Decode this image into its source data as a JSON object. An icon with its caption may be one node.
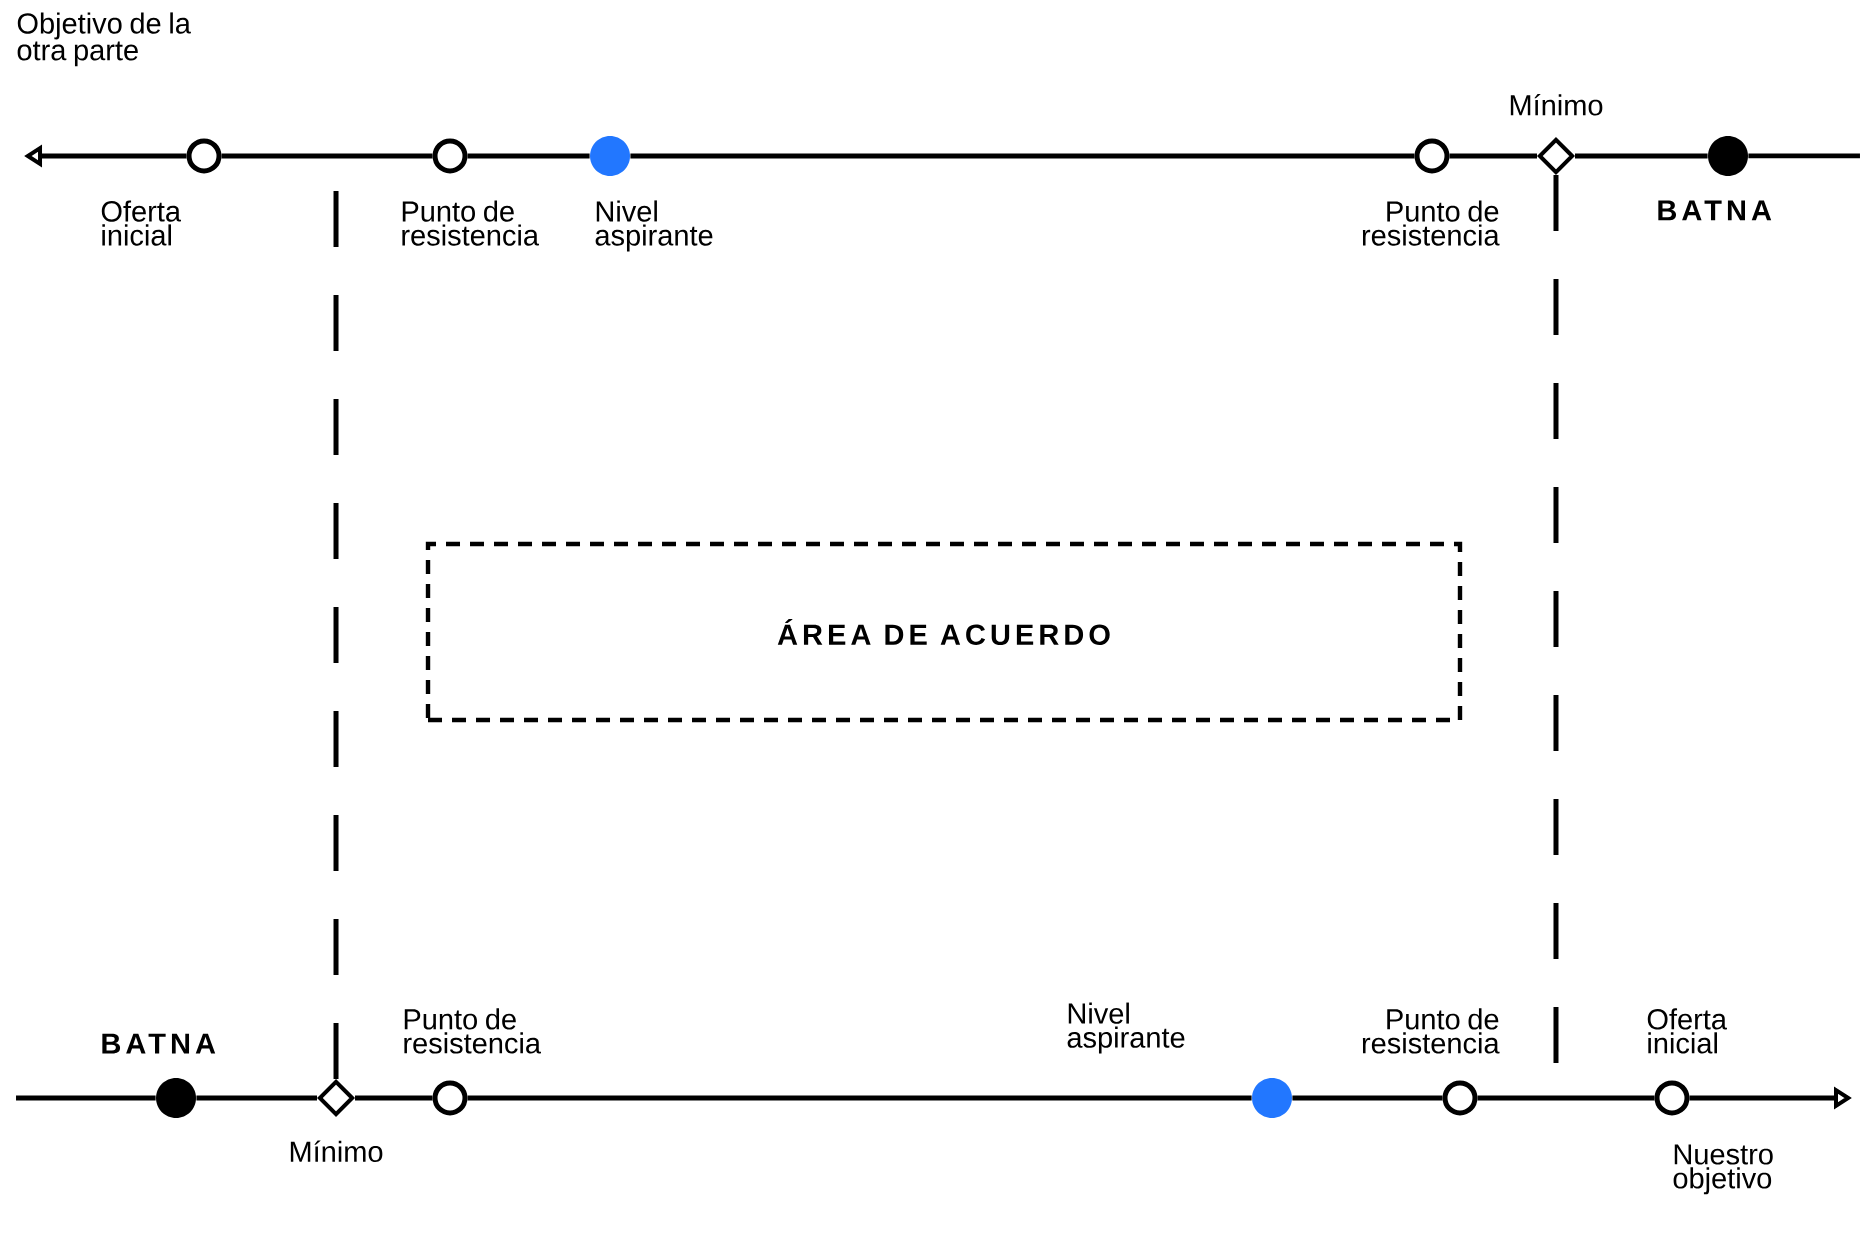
{
  "diagram": {
    "nodes": [
      {
        "text": [],
        "shape": "circle",
        "beside": [
          "Oferta inicial"
        ]
      },
      {
        "text": [],
        "shape": "circle",
        "beside": [
          "Punto de resistencia"
        ]
      },
      {
        "text": [],
        "shape": "dot",
        "beside": [
          "Nivel aspirante"
        ]
      },
      {
        "text": [],
        "shape": "circle",
        "beside": [
          "Punto de resistencia"
        ]
      },
      {
        "text": [],
        "shape": "diamond",
        "beside": [
          "Mínimo"
        ]
      },
      {
        "text": [],
        "shape": "dot",
        "beside": [
          "BATNA"
        ]
      },
      {
        "text": [
          "ÁREA DE ACUERDO"
        ]
      },
      {
        "text": [],
        "shape": "dot",
        "beside": [
          "BATNA"
        ]
      },
      {
        "text": [],
        "shape": "diamond",
        "beside": [
          "Mínimo"
        ]
      },
      {
        "text": [],
        "shape": "circle",
        "beside": [
          "Punto de resistencia"
        ]
      },
      {
        "text": [],
        "shape": "dot",
        "beside": [
          "Nivel aspirante"
        ]
      },
      {
        "text": [],
        "shape": "circle",
        "beside": [
          "Punto de resistencia"
        ]
      },
      {
        "text": [],
        "shape": "circle",
        "beside": [
          "Oferta inicial"
        ]
      }
    ],
    "edges": [
      {
        "from": 0,
        "to": null,
        "arrow": "to"
      },
      {
        "from": 0,
        "to": 1,
        "arrow": "none"
      },
      {
        "from": 1,
        "to": 2,
        "arrow": "none"
      },
      {
        "from": 2,
        "to": 3,
        "arrow": "none"
      },
      {
        "from": 3,
        "to": 4,
        "arrow": "none"
      },
      {
        "from": 4,
        "to": 5,
        "arrow": "none"
      },
      {
        "from": 5,
        "to": null,
        "arrow": "none"
      },
      {
        "from": null,
        "to": 7,
        "arrow": "none"
      },
      {
        "from": 7,
        "to": 8,
        "arrow": "none"
      },
      {
        "from": 8,
        "to": 9,
        "arrow": "none"
      },
      {
        "from": 9,
        "to": 10,
        "arrow": "none"
      },
      {
        "from": 10,
        "to": 11,
        "arrow": "none"
      },
      {
        "from": 11,
        "to": 12,
        "arrow": "none"
      },
      {
        "from": 12,
        "to": null,
        "arrow": "to"
      },
      {
        "from": 8,
        "to": null,
        "arrow": "none",
        "style": "dashed"
      },
      {
        "from": 4,
        "to": null,
        "arrow": "none",
        "style": "dashed"
      }
    ],
    "labels": [
      "Objetivo de la otra parte",
      "Nuestro objetivo"
    ]
  }
}
